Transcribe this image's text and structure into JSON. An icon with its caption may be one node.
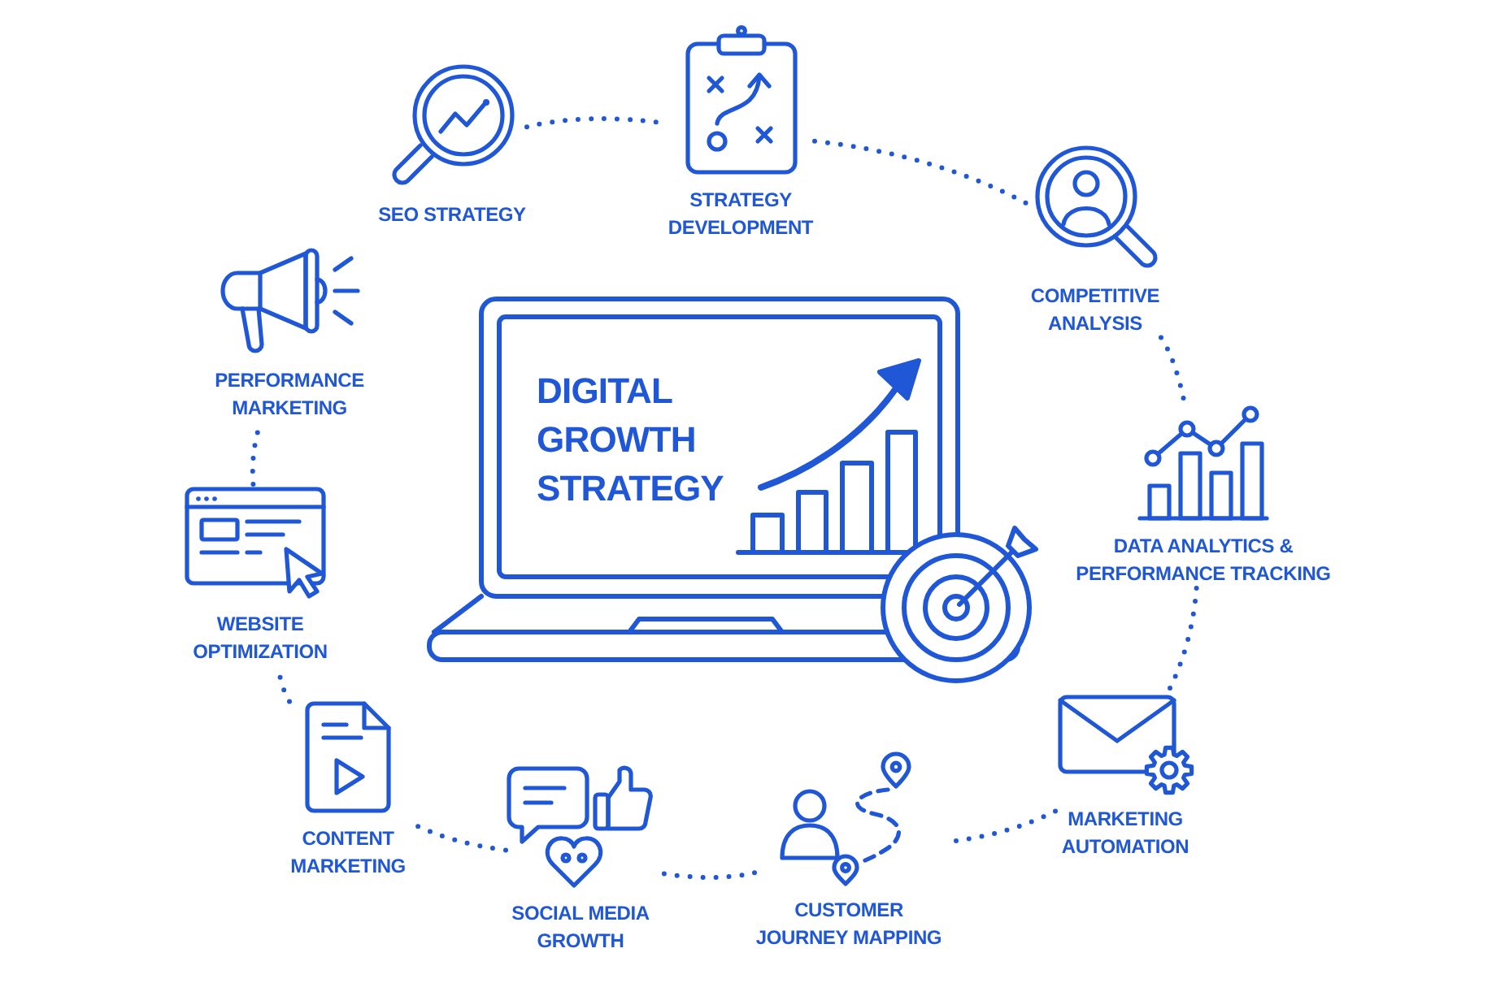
{
  "diagram": {
    "nodes": [
      {
        "text": [
          "DIGITAL GROWTH STRATEGY"
        ]
      },
      {
        "text": [
          "SEO STRATEGY"
        ]
      },
      {
        "text": [
          "STRATEGY DEVELOPMENT"
        ]
      },
      {
        "text": [
          "COMPETITIVE ANALYSIS"
        ]
      },
      {
        "text": [
          "DATA ANALYTICS & PERFORMANCE TRACKING"
        ]
      },
      {
        "text": [
          "MARKETING AUTOMATION"
        ]
      },
      {
        "text": [
          "CUSTOMER JOURNEY MAPPING"
        ]
      },
      {
        "text": [
          "SOCIAL MEDIA GROWTH"
        ]
      },
      {
        "text": [
          "CONTENT MARKETING"
        ]
      },
      {
        "text": [
          "WEBSITE OPTIMIZATION"
        ]
      },
      {
        "text": [
          "PERFORMANCE MARKETING"
        ]
      }
    ],
    "edges": [
      {
        "from": 1,
        "to": 2,
        "arrow": "none",
        "style": "dashed"
      },
      {
        "from": 2,
        "to": 3,
        "arrow": "none",
        "style": "dashed"
      },
      {
        "from": 3,
        "to": 4,
        "arrow": "none",
        "style": "dashed"
      },
      {
        "from": 4,
        "to": 5,
        "arrow": "none",
        "style": "dashed"
      },
      {
        "from": 5,
        "to": 6,
        "arrow": "none",
        "style": "dashed"
      },
      {
        "from": 6,
        "to": 7,
        "arrow": "none",
        "style": "dashed"
      },
      {
        "from": 7,
        "to": 8,
        "arrow": "none",
        "style": "dashed"
      },
      {
        "from": 8,
        "to": 9,
        "arrow": "none",
        "style": "dashed"
      },
      {
        "from": 9,
        "to": 10,
        "arrow": "none",
        "style": "dashed"
      }
    ]
  }
}
